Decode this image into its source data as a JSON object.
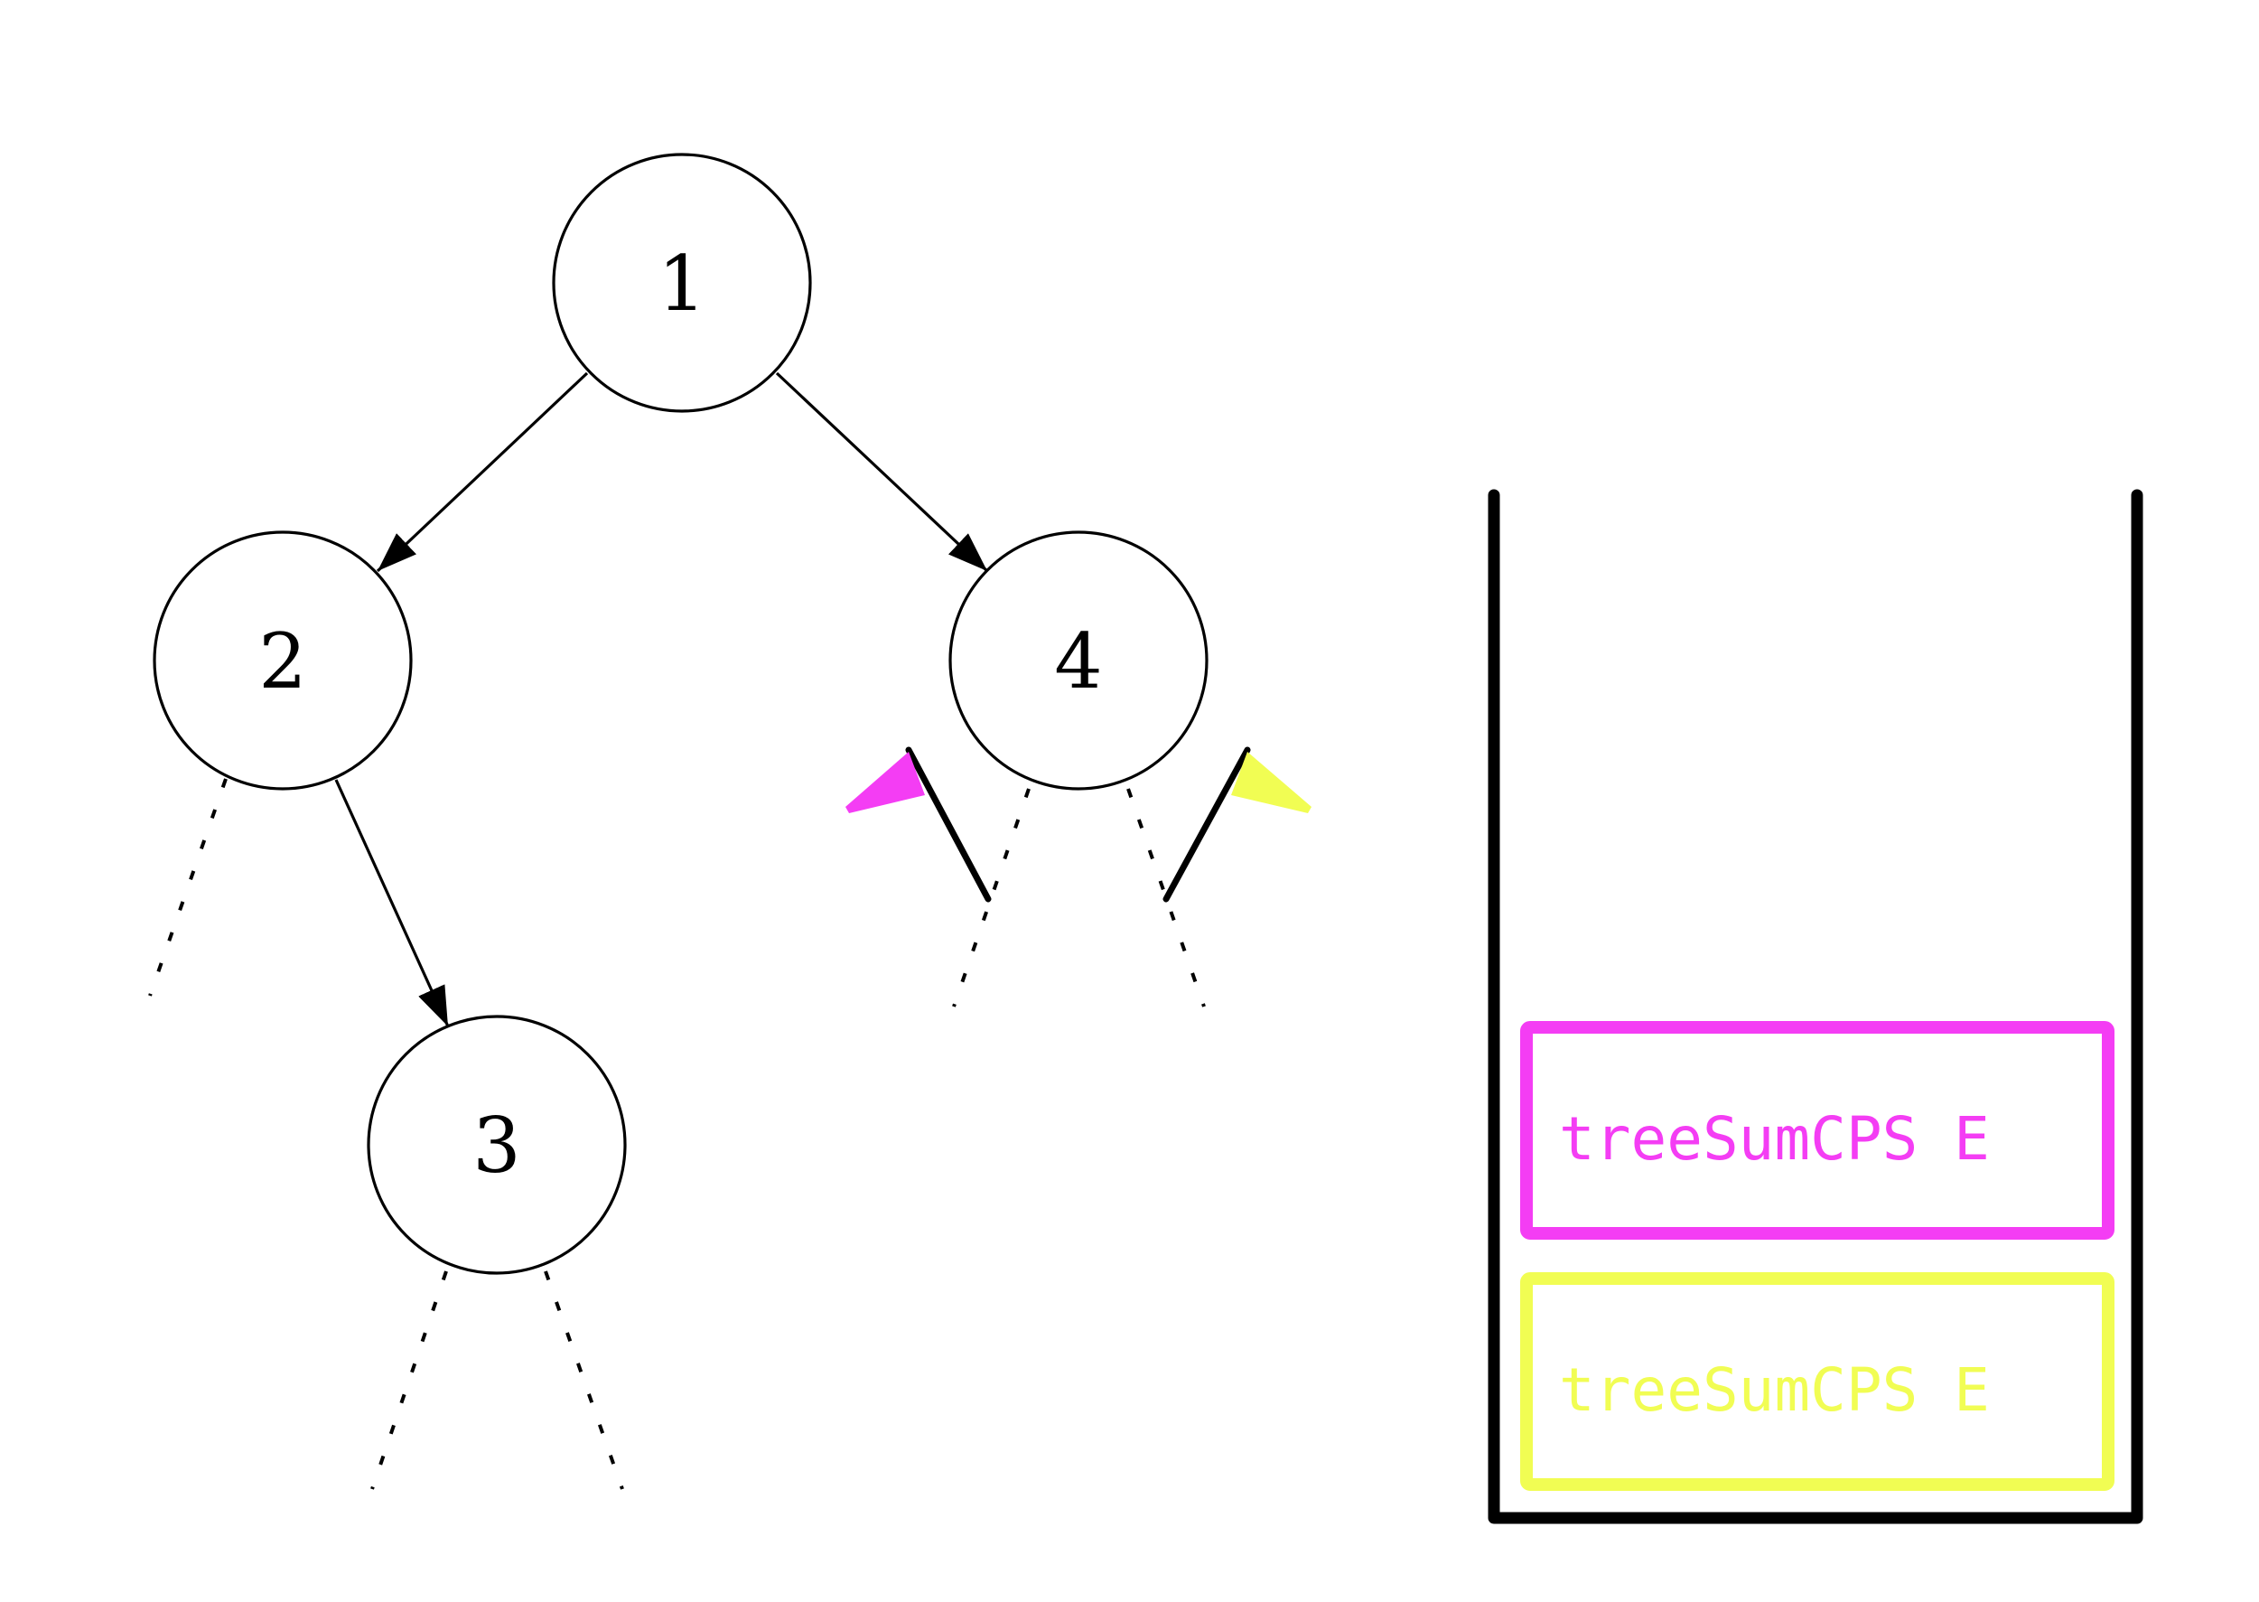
{
  "colors": {
    "magenta": "#f43df4",
    "yellow": "#f1fd53",
    "ink": "#000000"
  },
  "tree": {
    "nodes": [
      {
        "id": "n1",
        "label": "1"
      },
      {
        "id": "n2",
        "label": "2"
      },
      {
        "id": "n3",
        "label": "3"
      },
      {
        "id": "n4",
        "label": "4"
      }
    ],
    "edges": [
      {
        "from": "n1",
        "to": "n2"
      },
      {
        "from": "n1",
        "to": "n4"
      },
      {
        "from": "n2",
        "to": "n3"
      }
    ],
    "elided_children": [
      {
        "parent": "n2",
        "side": "left"
      },
      {
        "parent": "n3",
        "side": "left"
      },
      {
        "parent": "n3",
        "side": "right"
      },
      {
        "parent": "n4",
        "side": "left"
      },
      {
        "parent": "n4",
        "side": "right"
      }
    ],
    "flags": [
      {
        "node": "n4",
        "side": "left",
        "color": "magenta"
      },
      {
        "node": "n4",
        "side": "right",
        "color": "yellow"
      }
    ]
  },
  "stack": {
    "frames": [
      {
        "label": "treeSumCPS E",
        "color": "magenta"
      },
      {
        "label": "treeSumCPS E",
        "color": "yellow"
      }
    ]
  }
}
